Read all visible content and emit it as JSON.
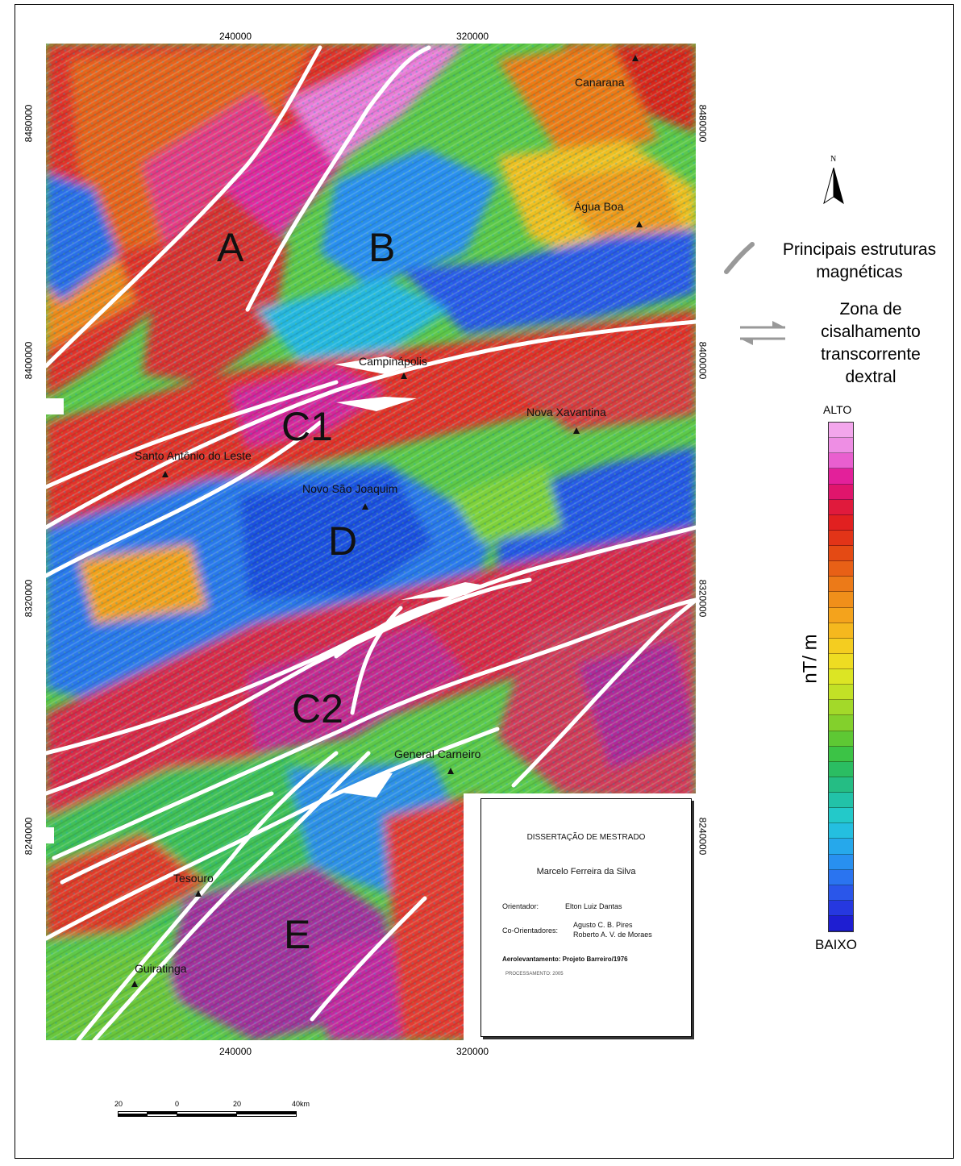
{
  "coords": {
    "x_top": [
      "240000",
      "320000"
    ],
    "x_bottom": [
      "240000",
      "320000"
    ],
    "y_left": [
      "8480000",
      "8400000",
      "8320000",
      "8240000"
    ],
    "y_right": [
      "8480000",
      "8400000",
      "8320000",
      "8240000"
    ]
  },
  "towns": [
    "Canarana",
    "Água Boa",
    "Campinápolis",
    "Nova Xavantina",
    "Santo Antônio do Leste",
    "Novo São Joaquim",
    "General Carneiro",
    "Tesouro",
    "Guiratinga"
  ],
  "blocks": [
    "A",
    "B",
    "C1",
    "D",
    "C2",
    "E"
  ],
  "north_label": "N",
  "legend": {
    "structures": "Principais estruturas magnéticas",
    "shear": "Zona de cisalhamento transcorrente dextral"
  },
  "colorbar": {
    "top": "ALTO",
    "bottom": "BAIXO",
    "unit": "nT/ m",
    "colors": [
      "#f3a6ec",
      "#ee8ee4",
      "#e95fcf",
      "#e3209a",
      "#e0156c",
      "#e01a3c",
      "#e12020",
      "#e23418",
      "#e44a14",
      "#e86016",
      "#ec7a18",
      "#f08f1a",
      "#f4a31c",
      "#f5b81e",
      "#f4cd20",
      "#eedc22",
      "#dce524",
      "#c2e126",
      "#a3d929",
      "#83d02c",
      "#5ec834",
      "#3cc346",
      "#2bbd62",
      "#25bd84",
      "#22c2a8",
      "#23c9c9",
      "#24bfe0",
      "#26a8eb",
      "#2890f0",
      "#2a74f0",
      "#2a56ea",
      "#2638e0",
      "#1e1ed2"
    ]
  },
  "infobox": {
    "title": "DISSERTAÇÃO DE MESTRADO",
    "author": "Marcelo Ferreira da Silva",
    "orientador_label": "Orientador:",
    "orientador": "Elton Luiz Dantas",
    "coorientadores_label": "Co-Orientadores:",
    "coorientador1": "Agusto C. B. Pires",
    "coorientador2": "Roberto A. V. de Moraes",
    "aerolevantamento": "Aerolevantamento: Projeto Barreiro/1976",
    "processamento": "PROCESSAMENTO: 2005"
  },
  "scalebar": {
    "labels": [
      "20",
      "0",
      "20",
      "40km"
    ]
  }
}
